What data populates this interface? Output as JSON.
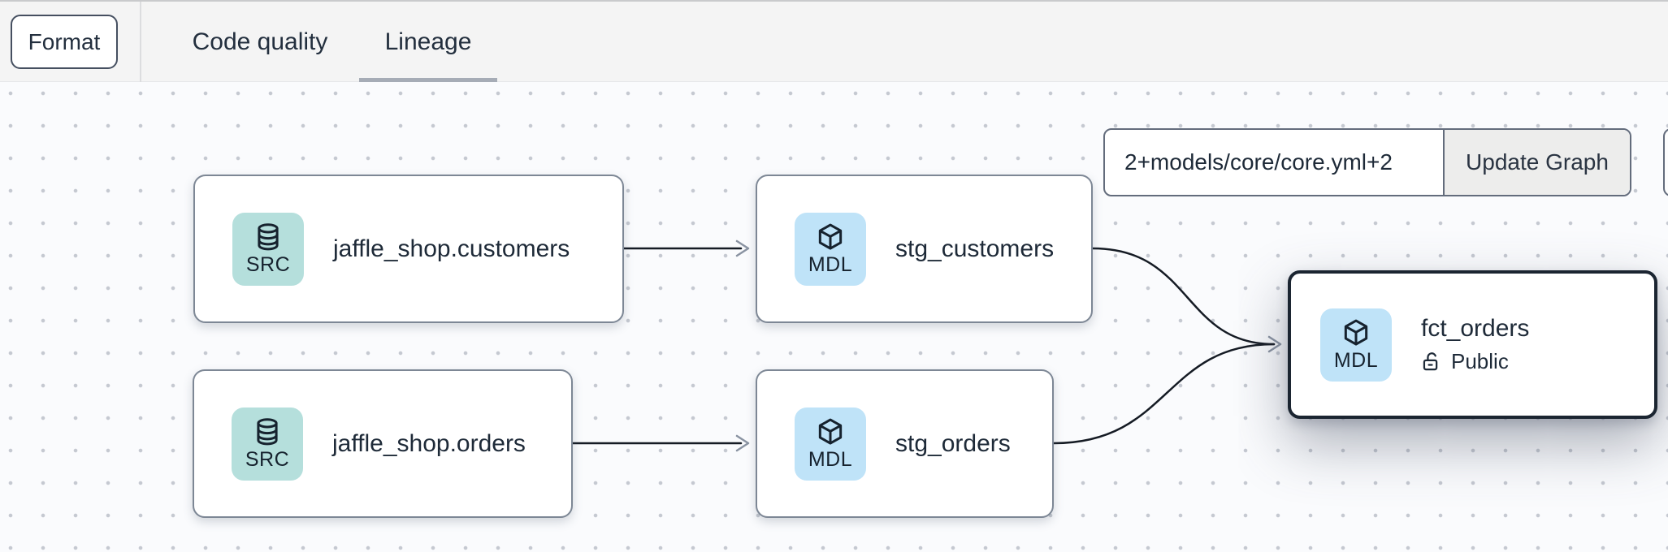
{
  "toolbar": {
    "format_button": "Format",
    "tabs": [
      {
        "label": "Code quality",
        "active": false
      },
      {
        "label": "Lineage",
        "active": true
      }
    ]
  },
  "graph_controls": {
    "selector_value": "2+models/core/core.yml+2",
    "update_button": "Update Graph"
  },
  "nodes": [
    {
      "badge": "SRC",
      "kind": "source",
      "label": "jaffle_shop.customers"
    },
    {
      "badge": "MDL",
      "kind": "model",
      "label": "stg_customers"
    },
    {
      "badge": "SRC",
      "kind": "source",
      "label": "jaffle_shop.orders"
    },
    {
      "badge": "MDL",
      "kind": "model",
      "label": "stg_orders"
    },
    {
      "badge": "MDL",
      "kind": "model",
      "label": "fct_orders",
      "access_label": "Public",
      "selected": true
    }
  ],
  "edges": [
    {
      "from": "jaffle_shop.customers",
      "to": "stg_customers"
    },
    {
      "from": "jaffle_shop.orders",
      "to": "stg_orders"
    },
    {
      "from": "stg_customers",
      "to": "fct_orders"
    },
    {
      "from": "stg_orders",
      "to": "fct_orders"
    }
  ],
  "colors": {
    "source_badge_bg": "#b5dfdc",
    "model_badge_bg": "#bfe3f8",
    "node_border": "#7d8795",
    "selected_node_border": "#1b2531",
    "edge": "#151b24",
    "arrowhead": "#8a93a2",
    "text": "#1e2a38",
    "active_tab_underline": "#a6acb6",
    "header_bg": "#f4f4f4",
    "canvas_bg": "#fafbfd"
  }
}
